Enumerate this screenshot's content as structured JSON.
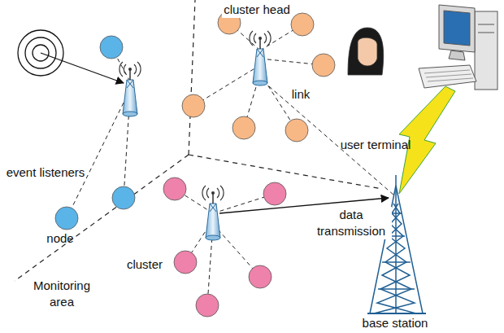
{
  "diagram": {
    "labels": [
      "cluster head",
      "link",
      "user terminal",
      "event listeners",
      "node",
      "cluster",
      "data transmission",
      "Monitoring area",
      "base station"
    ]
  }
}
